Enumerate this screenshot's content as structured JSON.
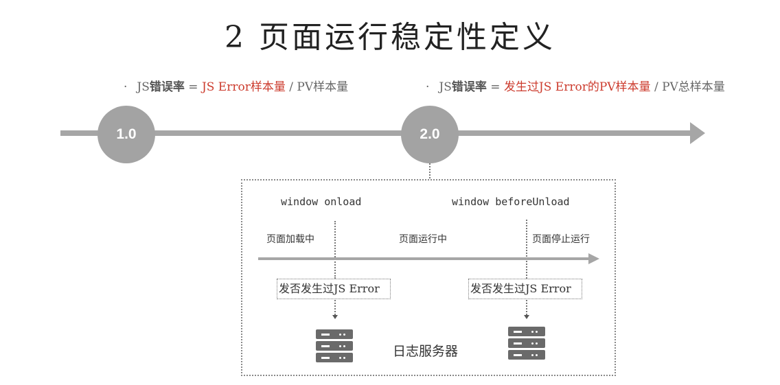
{
  "title": "2 页面运行稳定性定义",
  "formula_v1": {
    "bullet": "·",
    "prefix": "JS",
    "bold": "错误率",
    "eq": " = ",
    "numerator": "JS Error样本量",
    "sep": " / ",
    "denominator": "PV样本量"
  },
  "formula_v2": {
    "bullet": "·",
    "prefix": "JS",
    "bold": "错误率",
    "eq": " = ",
    "numerator": "发生过JS Error的PV样本量",
    "sep": " / ",
    "denominator": "PV总样本量"
  },
  "versions": [
    "1.0",
    "2.0"
  ],
  "events": {
    "onload": "window onload",
    "before_unload": "window beforeUnload"
  },
  "phases": {
    "loading": "页面加载中",
    "running": "页面运行中",
    "stopped": "页面停止运行"
  },
  "check_label": "发否发生过JS Error",
  "log_server": "日志服务器",
  "colors": {
    "accent_red": "#cc3b2d",
    "gray": "#a6a6a6",
    "server": "#6a6a6a"
  }
}
